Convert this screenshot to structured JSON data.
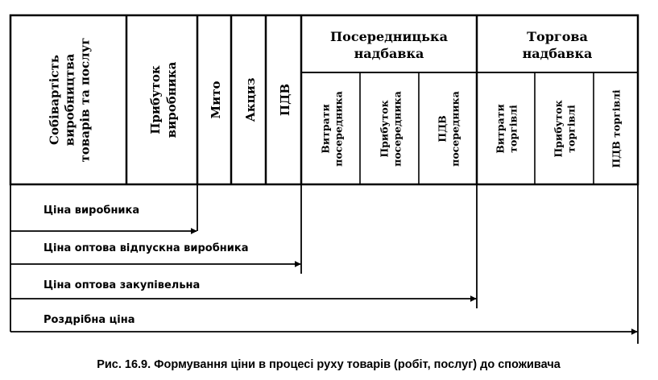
{
  "columns": {
    "cost": "Собівартість виробництва товарів та послуг",
    "producer_profit": "Прибуток виробника",
    "duty": "Мито",
    "excise": "Акциз",
    "vat": "ПДВ"
  },
  "groups": {
    "intermediary": {
      "title": "Посередницька надбавка",
      "items": [
        "Витрати посередника",
        "Прибуток посередника",
        "ПДВ посередника"
      ]
    },
    "trade": {
      "title": "Торгова надбавка",
      "items": [
        "Витрати торгівлі",
        "Прибуток торгівлі",
        "ПДВ торгівлі"
      ]
    }
  },
  "flows": [
    "Ціна виробника",
    "Ціна оптова відпускна виробника",
    "Ціна оптова закупівельна",
    "Роздрібна ціна"
  ],
  "caption": "Рис. 16.9. Формування ціни в процесі руху товарів (робіт, послуг) до споживача"
}
